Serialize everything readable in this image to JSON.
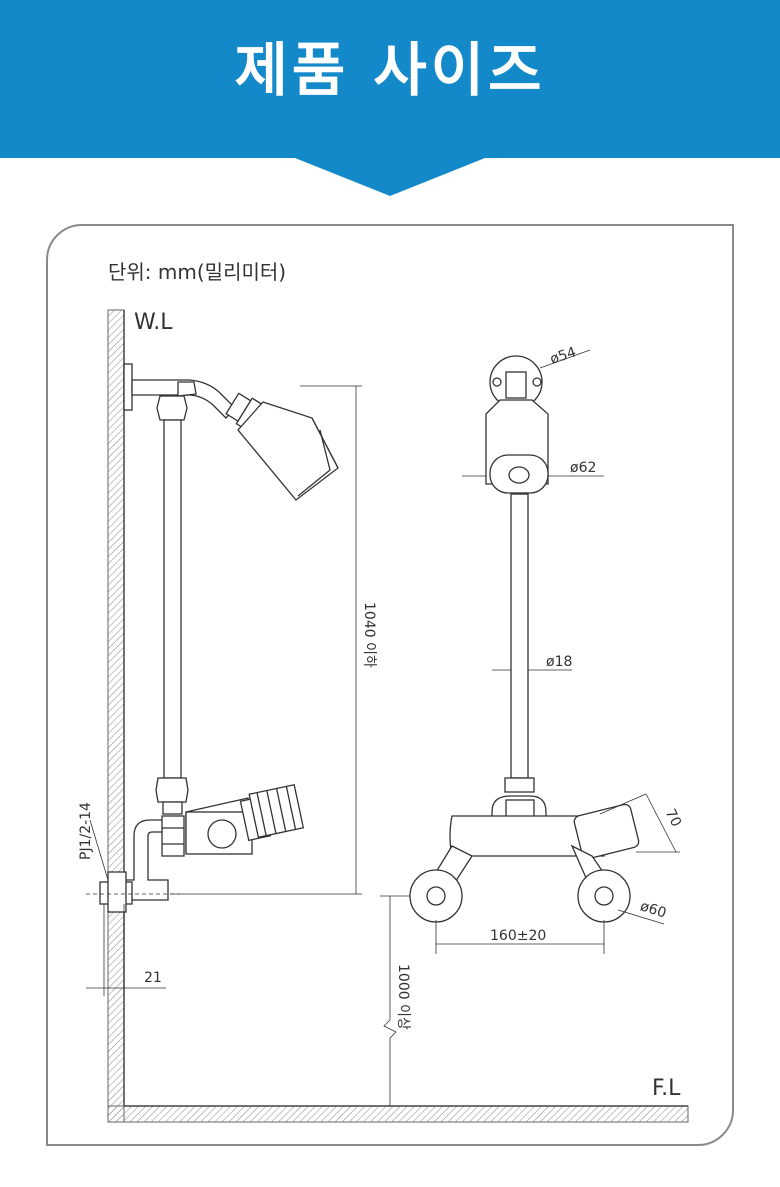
{
  "header": {
    "title": "제품 사이즈",
    "bg_color": "#1389ca"
  },
  "unit_label": "단위: mm(밀리미터)",
  "labels": {
    "wall_line": "W.L",
    "floor_line": "F.L",
    "pipe_thread": "PJ1/2-14",
    "wall_offset": "21",
    "height_upper": "1040 이하",
    "height_lower": "1000 이상",
    "diameter_flange": "ø54",
    "diameter_head": "ø62",
    "diameter_pipe": "ø18",
    "size_valve": "70",
    "diameter_handle": "ø60",
    "spacing": "160±20"
  }
}
